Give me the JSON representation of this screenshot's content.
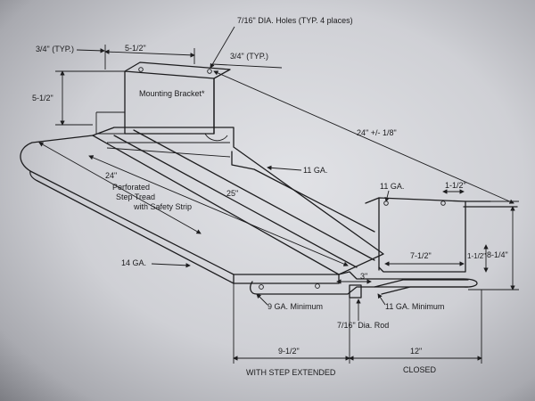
{
  "labels": {
    "holes": "7/16\" DIA. Holes (TYP. 4 places)",
    "typ_left": "3/4\" (TYP.)",
    "width_top": "5-1/2\"",
    "typ_right": "3/4\" (TYP.)",
    "height_left": "5-1/2\"",
    "mounting_bracket": "Mounting Bracket*",
    "overall_length": "24\" +/- 1/8\"",
    "tread_length": "24\"",
    "tread_name_1": "Perforated",
    "tread_name_2": "Step Tread",
    "tread_name_3": "with Safety Strip",
    "rail_length": "25\"",
    "ga11_top": "11 GA.",
    "ga11_bracket": "11 GA.",
    "offset_right": "1-1/2\"",
    "height_right": "8-1/4\"",
    "slot_length": "7-1/2\"",
    "inner_height": "1-1/2\"",
    "ga14": "14 GA.",
    "rod_gap": "3\"",
    "ga9": "9 GA. Minimum",
    "ga11_min": "11 GA. Minimum",
    "rod": "7/16\" Dia. Rod",
    "extended_dim": "9-1/2\"",
    "closed_dim": "12\"",
    "caption_extended": "WITH STEP EXTENDED",
    "caption_closed": "CLOSED"
  }
}
